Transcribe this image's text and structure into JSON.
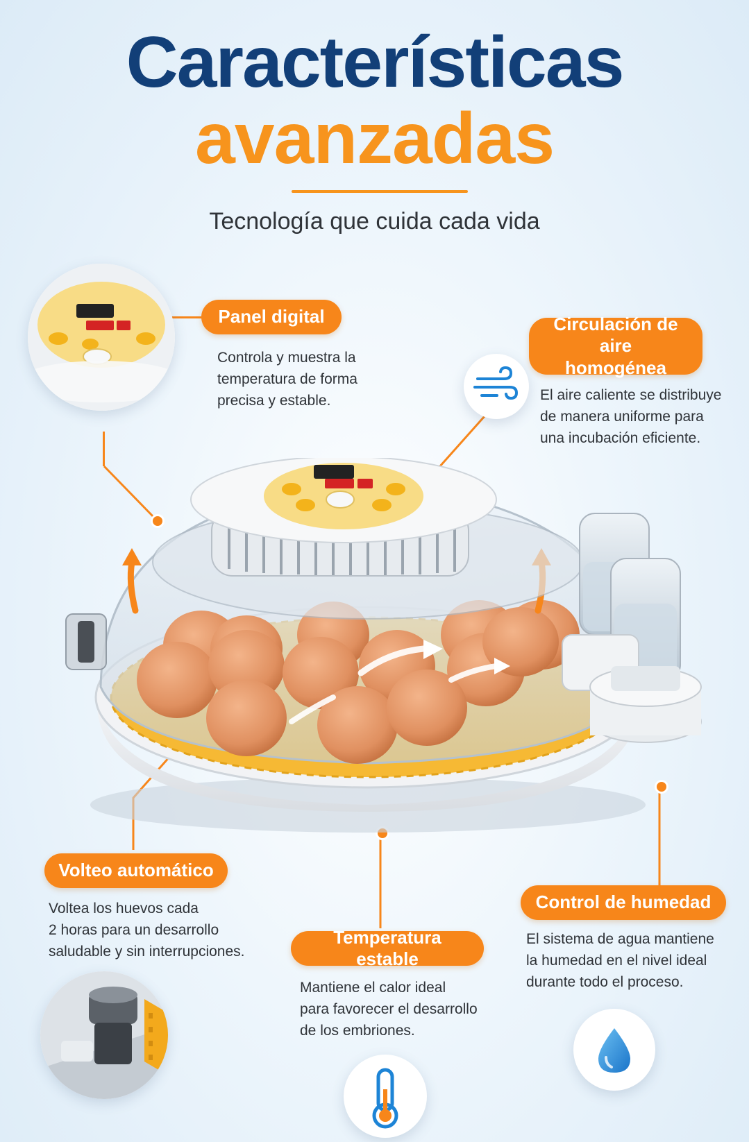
{
  "header": {
    "title_line1": "Características",
    "title_line2": "avanzadas",
    "subtitle": "Tecnología que cuida cada vida"
  },
  "features": {
    "panel": {
      "label": "Panel digital",
      "desc": "Controla y muestra la\ntemperatura de forma\nprecisa y estable."
    },
    "air": {
      "label": "Circulación de aire\nhomogénea",
      "desc": "El aire caliente se distribuye\nde manera uniforme para\nuna incubación eficiente."
    },
    "turn": {
      "label": "Volteo automático",
      "desc": "Voltea los huevos cada\n2 horas para un desarrollo\nsaludable y sin interrupciones."
    },
    "temp": {
      "label": "Temperatura estable",
      "desc": "Mantiene el calor ideal\npara favorecer el desarrollo\nde los embriones."
    },
    "humidity": {
      "label": "Control de humedad",
      "desc": "El sistema de agua mantiene\nla humedad en el nivel ideal\ndurante todo el proceso."
    }
  },
  "icons": {
    "air": "wind-icon",
    "temp": "thermometer-icon",
    "humidity": "water-drop-icon"
  },
  "colors": {
    "accent": "#f7861a",
    "title_blue": "#123f78",
    "icon_blue": "#1d84d6"
  }
}
